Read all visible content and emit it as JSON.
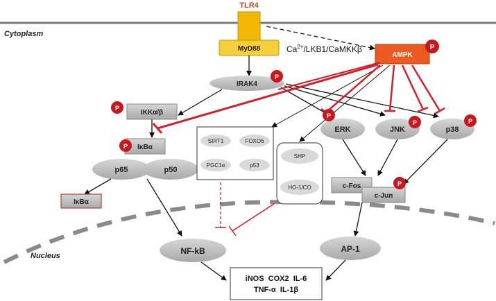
{
  "regions": {
    "cytoplasm": "Cytoplasm",
    "nucleus": "Nucleus"
  },
  "receptor": "TLR4",
  "adaptor": "MyD88",
  "upstream_label": {
    "ca": "Ca",
    "sup": "2+",
    "rest": "/LKB1/CaMKKβ"
  },
  "nodes": {
    "ampk": "AMPK",
    "irak4": "IRAK4",
    "ikk": "IKKα/β",
    "ikba": "IκBα",
    "ikba_free": "IκBα",
    "p65": "p65",
    "p50": "p50",
    "sirt1": "SIRT1",
    "foxo6": "FOXO6",
    "pgc1a": "PGC1α",
    "p53": "p53",
    "shp": "SHP",
    "ho1": "HO-1/CO",
    "erk": "ERK",
    "jnk": "JNK",
    "p38": "p38",
    "cfos": "c-Fos",
    "cjun": "c-Jun",
    "nfkb": "NF-kB",
    "ap1": "AP-1"
  },
  "phospho_mark": "P",
  "targets": {
    "line1": "iNOS  COX2  IL-6",
    "line2": "TNF-α  IL-1β"
  },
  "colors": {
    "receptor": "#f2b705",
    "adaptor": "#f5cf3a",
    "ampk": "#ec5a22",
    "phospho": "#c8181e",
    "inhibit": "#d0202a",
    "node": "#bdbdbd",
    "membrane": "#7a7a7a",
    "receptor_text": "#a0522d"
  }
}
